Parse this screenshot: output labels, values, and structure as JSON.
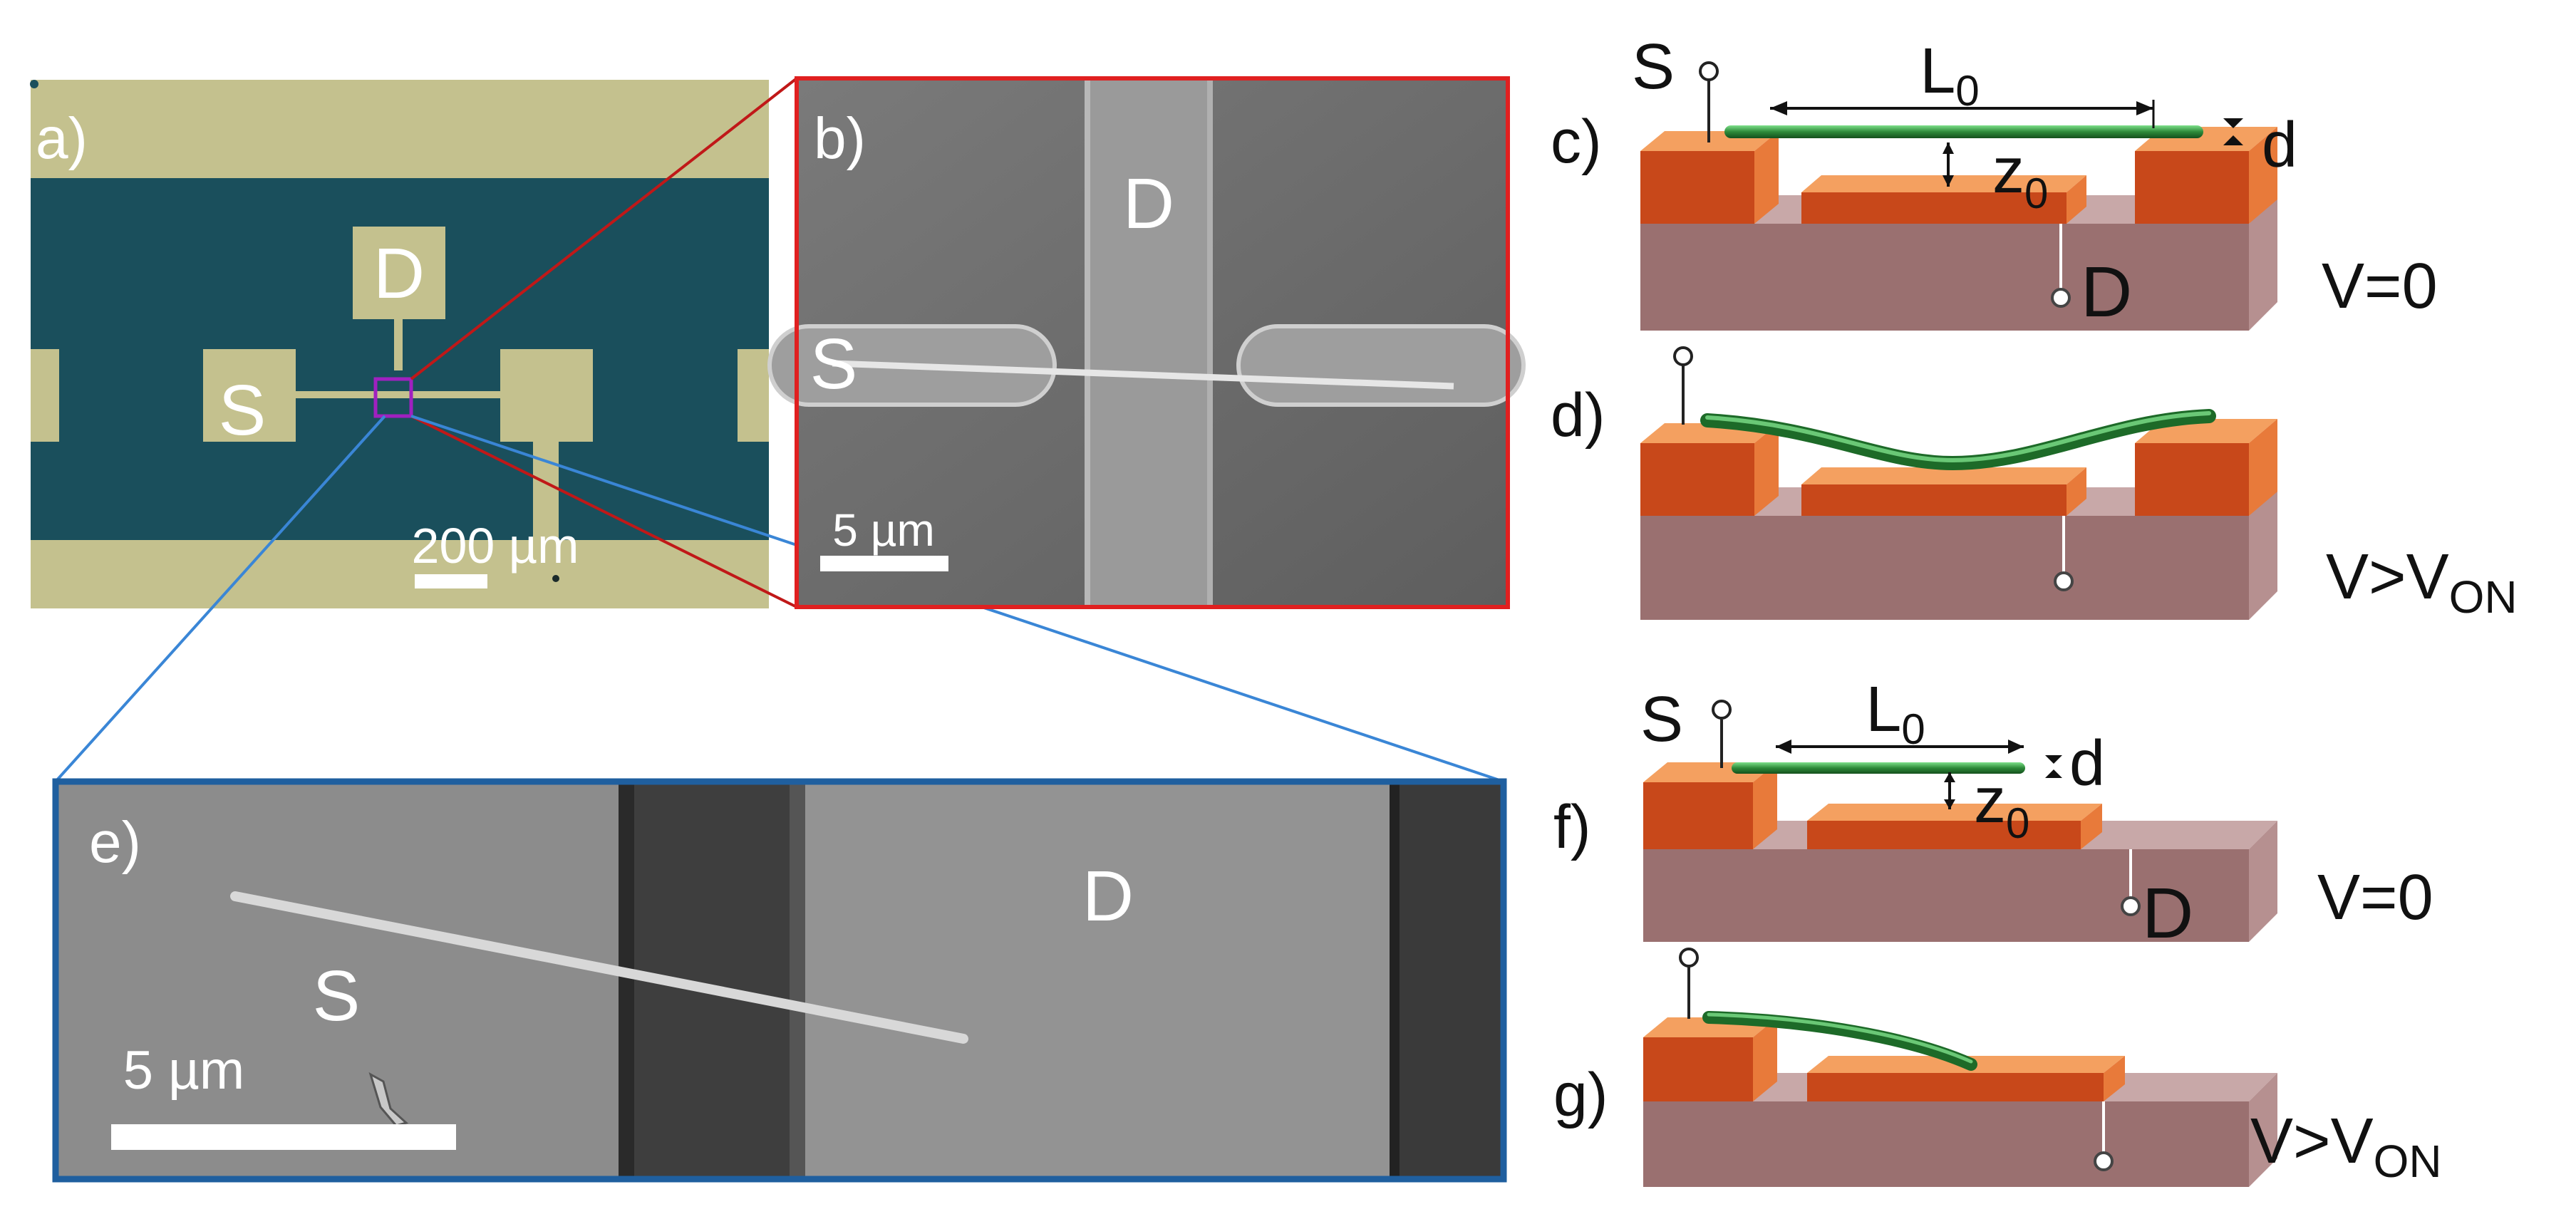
{
  "panels": {
    "a": {
      "label": "a)",
      "scale_bar": "200 µm",
      "source_label": "S",
      "drain_label": "D"
    },
    "b": {
      "label": "b)",
      "scale_bar": "5 µm",
      "source_label": "S",
      "drain_label": "D"
    },
    "c": {
      "label": "c)",
      "source_label": "S",
      "drain_label": "D",
      "length_label": "L",
      "length_sub": "0",
      "gap_label": "z",
      "gap_sub": "0",
      "diameter_label": "d",
      "voltage": "V=0"
    },
    "d": {
      "label": "d)",
      "voltage_main": "V>V",
      "voltage_sub": "ON"
    },
    "e": {
      "label": "e)",
      "scale_bar": "5 µm",
      "source_label": "S",
      "drain_label": "D"
    },
    "f": {
      "label": "f)",
      "source_label": "S",
      "drain_label": "D",
      "length_label": "L",
      "length_sub": "0",
      "gap_label": "z",
      "gap_sub": "0",
      "diameter_label": "d",
      "voltage": "V=0"
    },
    "g": {
      "label": "g)",
      "voltage_main": "V>V",
      "voltage_sub": "ON"
    }
  },
  "colors": {
    "red_frame": "#e02020",
    "blue_frame": "#1f5f9f",
    "zoom_blue_line": "#3a86d6",
    "optical_bg": "#1a4f5c",
    "optical_metal": "#c4c18e",
    "sem_gray": "#6e6e6e",
    "electrode_orange": "#d2531a",
    "electrode_light": "#f08a3c",
    "substrate": "#9a7070",
    "nanowire_green": "#2e8a3a"
  }
}
